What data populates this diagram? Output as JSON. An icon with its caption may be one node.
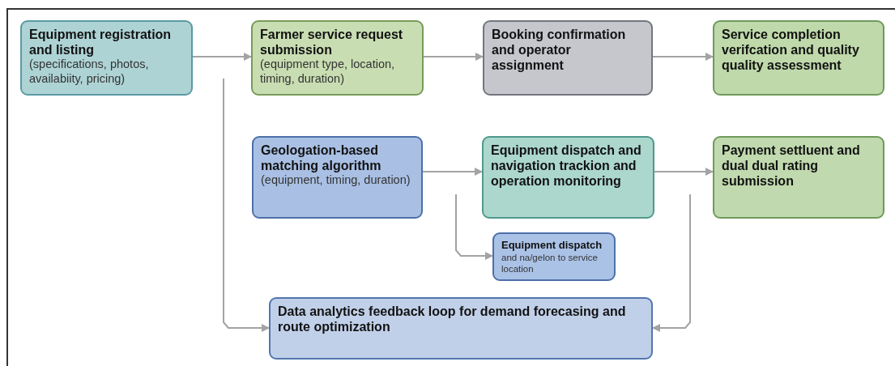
{
  "diagram": {
    "nodes": [
      {
        "text": [
          "Equipment registration and listing",
          "(specifications, photos, availabiity, pricing)"
        ]
      },
      {
        "text": [
          "Farmer service request submission",
          "(equipment type, location, timing, duration)"
        ]
      },
      {
        "text": [
          "Booking confirmation and operator assignment"
        ]
      },
      {
        "text": [
          "Service completion verifcation and quality quality assessment"
        ]
      },
      {
        "text": [
          "Geologation-based matching algorithm",
          "(equipment, timing, duration)"
        ]
      },
      {
        "text": [
          "Equipment dispatch and navigation trackion and operation monitoring"
        ]
      },
      {
        "text": [
          "Payment settluent and dual dual rating submission"
        ]
      },
      {
        "text": [
          "Equipment dispatch",
          "and na/gelon to service location"
        ]
      },
      {
        "text": [
          "Data analytics feedback loop for demand forecasing and route optimization"
        ]
      }
    ],
    "edges": [
      {
        "from": 0,
        "to": 1,
        "arrow": "to"
      },
      {
        "from": 1,
        "to": 2,
        "arrow": "to"
      },
      {
        "from": 2,
        "to": 3,
        "arrow": "to"
      },
      {
        "from": 4,
        "to": 5,
        "arrow": "to"
      },
      {
        "from": 5,
        "to": 6,
        "arrow": "to"
      },
      {
        "from": null,
        "to": 8,
        "arrow": "to"
      },
      {
        "from": null,
        "to": 7,
        "arrow": "to"
      },
      {
        "from": null,
        "to": 8,
        "arrow": "to"
      }
    ]
  }
}
